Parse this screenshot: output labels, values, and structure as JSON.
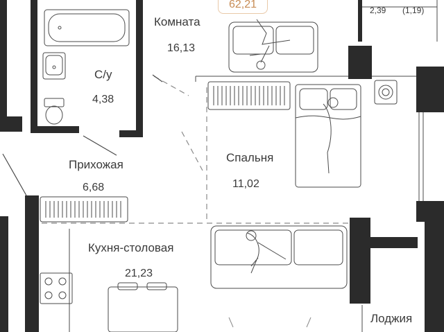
{
  "total_area": "62,21",
  "balcony_top": {
    "area": "2,39",
    "area_coef": "(1,19)"
  },
  "rooms": [
    {
      "id": "komnata",
      "name": "Комната",
      "area": "16,13"
    },
    {
      "id": "su",
      "name": "С/у",
      "area": "4,38"
    },
    {
      "id": "spalnya",
      "name": "Спальня",
      "area": "11,02"
    },
    {
      "id": "prikhozhaya",
      "name": "Прихожая",
      "area": "6,68"
    },
    {
      "id": "kukhnya",
      "name": "Кухня-столовая",
      "area": "21,23"
    },
    {
      "id": "lodzhiya",
      "name": "Лоджия",
      "area": ""
    }
  ],
  "colors": {
    "wall": "#2b2b2b",
    "line": "#4a4a4a",
    "accent": "#c78c55",
    "accent_border": "#e9c9a8"
  }
}
